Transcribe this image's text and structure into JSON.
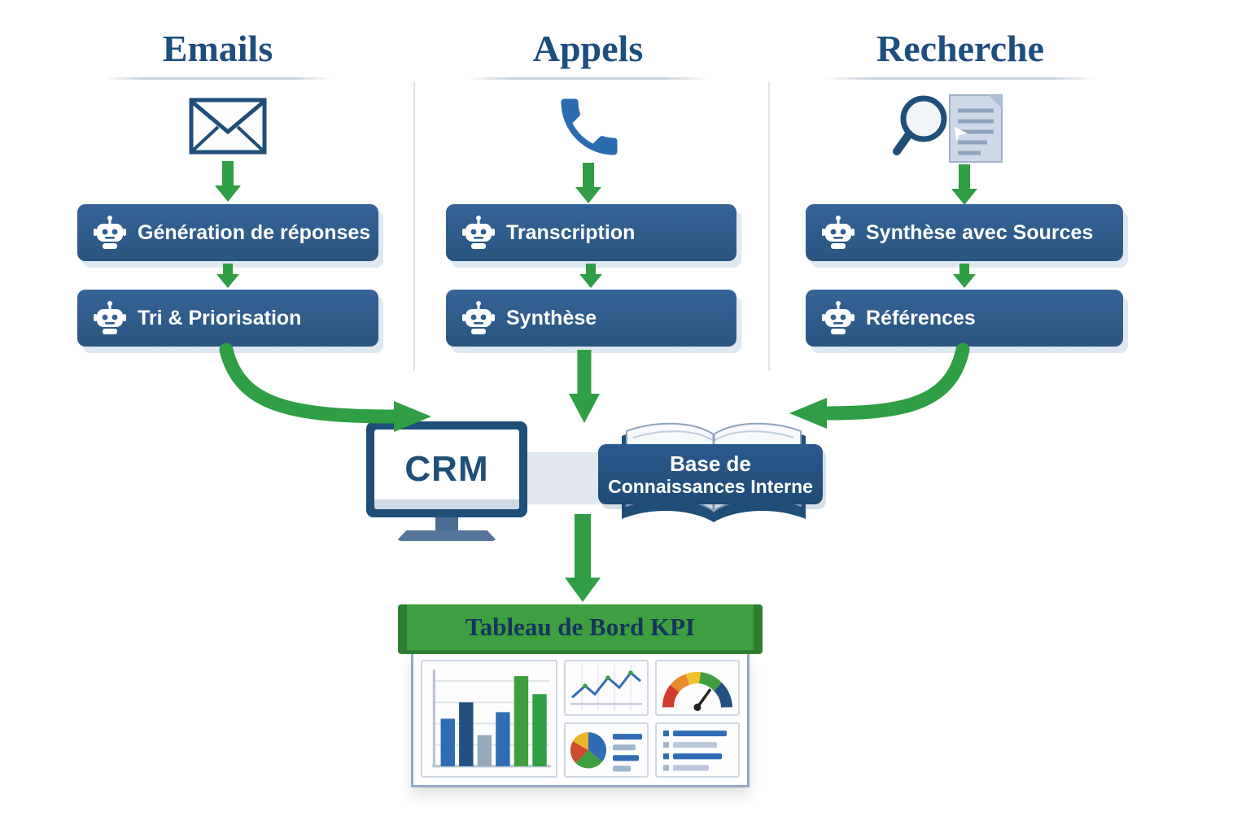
{
  "diagram": {
    "columns": [
      {
        "title": "Emails",
        "icon": "envelope-icon",
        "steps": [
          {
            "label": "Génération de réponses"
          },
          {
            "label": "Tri & Priorisation"
          }
        ]
      },
      {
        "title": "Appels",
        "icon": "phone-icon",
        "steps": [
          {
            "label": "Transcription"
          },
          {
            "label": "Synthèse"
          }
        ]
      },
      {
        "title": "Recherche",
        "icon": "search-document-icon",
        "steps": [
          {
            "label": "Synthèse avec Sources"
          },
          {
            "label": "Références"
          }
        ]
      }
    ],
    "center": {
      "crm_label": "CRM",
      "knowledge_base": {
        "line1": "Base de",
        "line2": "Connaissances Interne"
      }
    },
    "dashboard": {
      "title": "Tableau de Bord KPI"
    },
    "colors": {
      "header_text": "#1d4e7e",
      "box_blue": "#2e5c8d",
      "arrow_green": "#2f9e44",
      "dashboard_green": "#3f9e3f",
      "dashboard_green_dark": "#2e7d33",
      "banner_blue": "#24507f"
    }
  }
}
